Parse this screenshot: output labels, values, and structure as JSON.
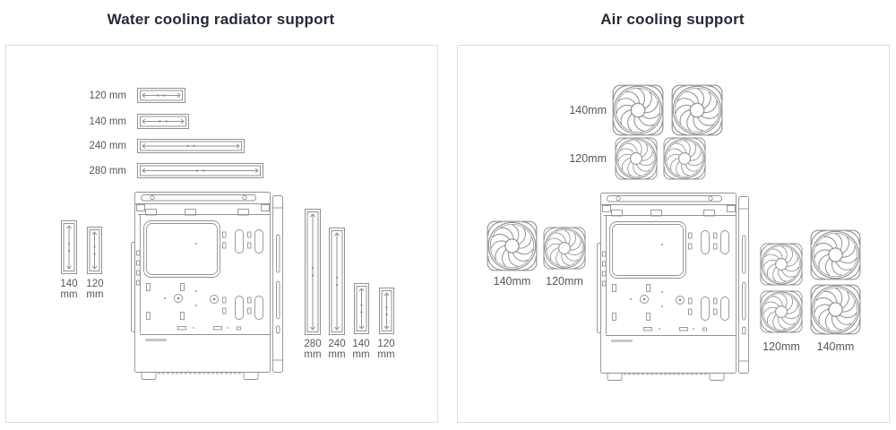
{
  "water_panel": {
    "title": "Water cooling radiator support",
    "h_radiators": [
      {
        "label": "120 mm"
      },
      {
        "label": "140 mm"
      },
      {
        "label": "240 mm"
      },
      {
        "label": "280 mm"
      }
    ],
    "left_v_radiators": [
      {
        "size": "140",
        "unit": "mm"
      },
      {
        "size": "120",
        "unit": "mm"
      }
    ],
    "right_v_radiators": [
      {
        "size": "280",
        "unit": "mm"
      },
      {
        "size": "240",
        "unit": "mm"
      },
      {
        "size": "140",
        "unit": "mm"
      },
      {
        "size": "120",
        "unit": "mm"
      }
    ]
  },
  "air_panel": {
    "title": "Air cooling support",
    "top_fan_rows": [
      {
        "label": "140mm"
      },
      {
        "label": "120mm"
      }
    ],
    "left_fans": [
      {
        "label": "140mm"
      },
      {
        "label": "120mm"
      }
    ],
    "right_fans": [
      {
        "label": "120mm"
      },
      {
        "label": "140mm"
      }
    ]
  },
  "colors": {
    "line": "#8f9296",
    "title": "#232a35",
    "label": "#55575c",
    "panel_border": "#dcdcdc"
  }
}
